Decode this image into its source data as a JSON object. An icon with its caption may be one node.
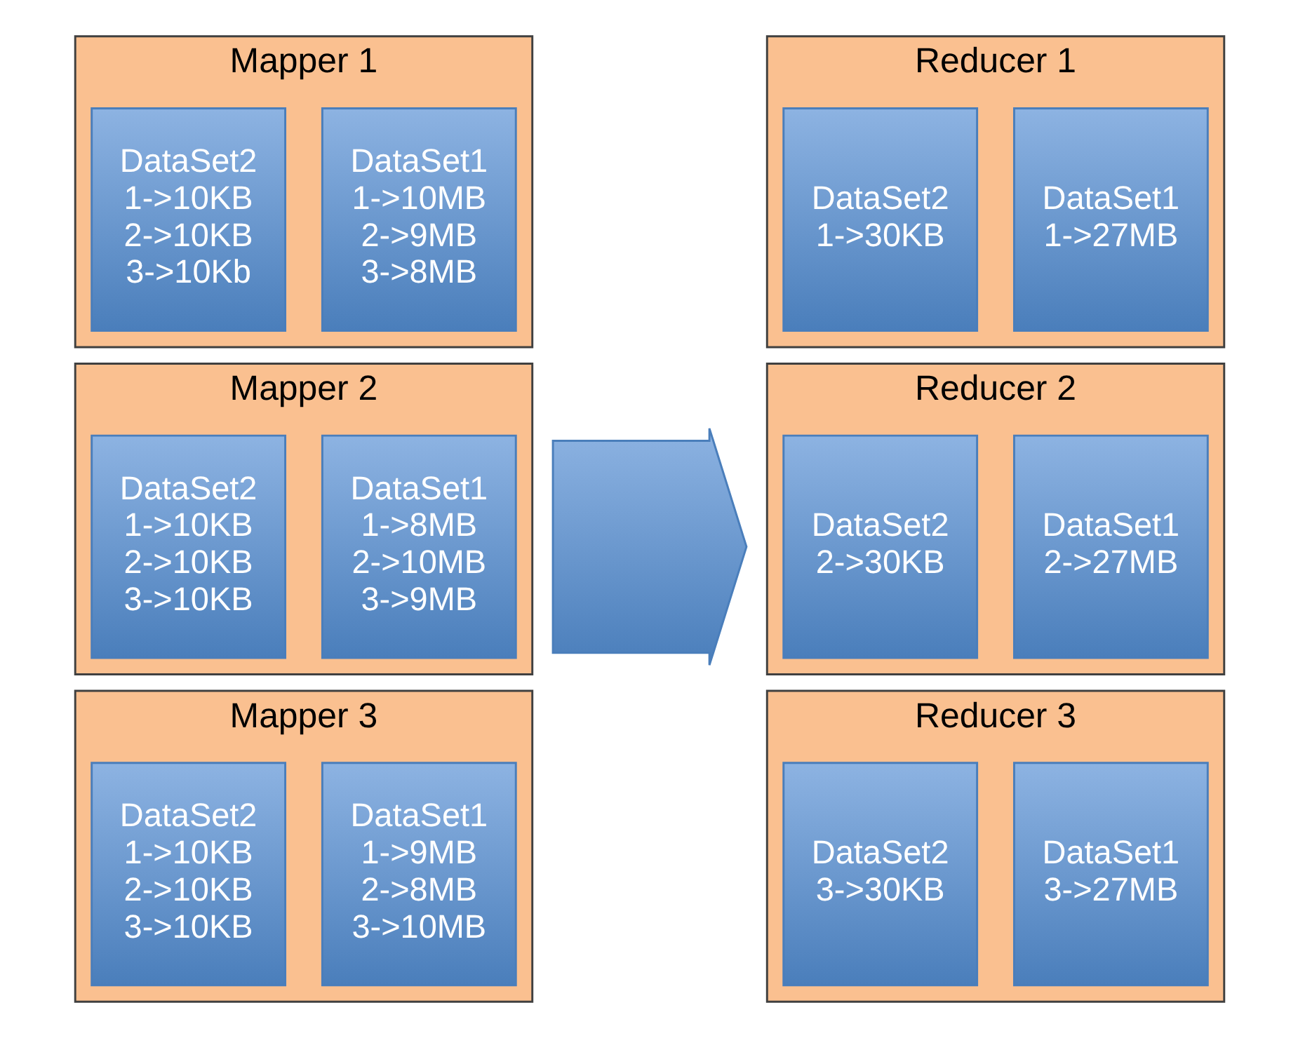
{
  "diagram": {
    "nodes": [
      {
        "text": [
          "Mapper 1"
        ]
      },
      {
        "text": [
          "DataSet1",
          "1->10MB",
          "2->9MB",
          "3->8MB"
        ],
        "in": 0
      },
      {
        "text": [
          "DataSet2",
          "1->10KB",
          "2->10KB",
          "3->10Kb"
        ],
        "in": 0
      },
      {
        "text": [
          "Mapper 2"
        ]
      },
      {
        "text": [
          "DataSet1",
          "1->8MB",
          "2->10MB",
          "3->9MB"
        ],
        "in": 3
      },
      {
        "text": [
          "DataSet2",
          "1->10KB",
          "2->10KB",
          "3->10KB"
        ],
        "in": 3
      },
      {
        "text": [
          "Mapper 3"
        ]
      },
      {
        "text": [
          "DataSet1",
          "1->9MB",
          "2->8MB",
          "3->10MB"
        ],
        "in": 6
      },
      {
        "text": [
          "DataSet2",
          "1->10KB",
          "2->10KB",
          "3->10KB"
        ],
        "in": 6
      },
      {
        "text": [],
        "shape": "arrow"
      },
      {
        "text": [
          "Reducer 1"
        ]
      },
      {
        "text": [
          "DataSet1",
          "1->27MB"
        ],
        "in": 10
      },
      {
        "text": [
          "DataSet2",
          "1->30KB"
        ],
        "in": 10
      },
      {
        "text": [
          "Reducer 2"
        ]
      },
      {
        "text": [
          "DataSet1",
          "2->27MB"
        ],
        "in": 13
      },
      {
        "text": [
          "DataSet2",
          "2->30KB"
        ],
        "in": 13
      },
      {
        "text": [
          "Reducer 3"
        ]
      },
      {
        "text": [
          "DataSet1",
          "3->27MB"
        ],
        "in": 16
      },
      {
        "text": [
          "DataSet2",
          "3->30KB"
        ],
        "in": 16
      }
    ],
    "edges": []
  }
}
